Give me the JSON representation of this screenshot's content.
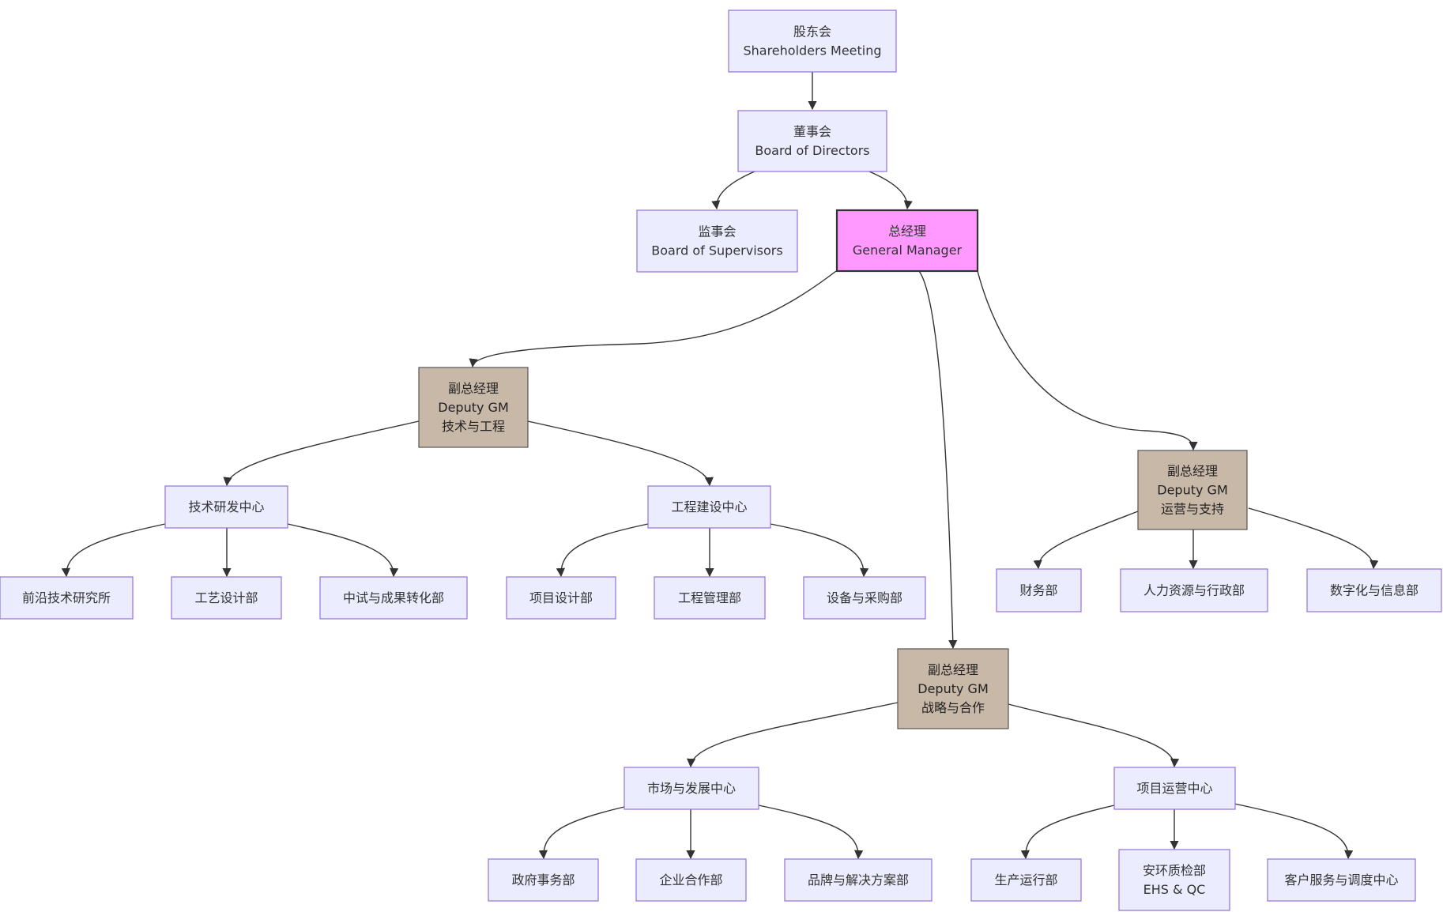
{
  "nodes": {
    "shareholders": {
      "lines": [
        "股东会",
        "Shareholders Meeting"
      ]
    },
    "board": {
      "lines": [
        "董事会",
        "Board of Directors"
      ]
    },
    "supervisors": {
      "lines": [
        "监事会",
        "Board of Supervisors"
      ]
    },
    "gm": {
      "lines": [
        "总经理",
        "General Manager"
      ]
    },
    "dgm_tech": {
      "lines": [
        "副总经理",
        "Deputy GM",
        "技术与工程"
      ]
    },
    "dgm_ops": {
      "lines": [
        "副总经理",
        "Deputy GM",
        "运营与支持"
      ]
    },
    "dgm_strategy": {
      "lines": [
        "副总经理",
        "Deputy GM",
        "战略与合作"
      ]
    },
    "rd_center": {
      "lines": [
        "技术研发中心"
      ]
    },
    "eng_center": {
      "lines": [
        "工程建设中心"
      ]
    },
    "frontier": {
      "lines": [
        "前沿技术研究所"
      ]
    },
    "process": {
      "lines": [
        "工艺设计部"
      ]
    },
    "pilot": {
      "lines": [
        "中试与成果转化部"
      ]
    },
    "proj_design": {
      "lines": [
        "项目设计部"
      ]
    },
    "eng_mgmt": {
      "lines": [
        "工程管理部"
      ]
    },
    "equip": {
      "lines": [
        "设备与采购部"
      ]
    },
    "finance": {
      "lines": [
        "财务部"
      ]
    },
    "hr": {
      "lines": [
        "人力资源与行政部"
      ]
    },
    "digital": {
      "lines": [
        "数字化与信息部"
      ]
    },
    "market_center": {
      "lines": [
        "市场与发展中心"
      ]
    },
    "proj_ops_center": {
      "lines": [
        "项目运营中心"
      ]
    },
    "gov": {
      "lines": [
        "政府事务部"
      ]
    },
    "enterprise": {
      "lines": [
        "企业合作部"
      ]
    },
    "brand": {
      "lines": [
        "品牌与解决方案部"
      ]
    },
    "production": {
      "lines": [
        "生产运行部"
      ]
    },
    "ehs": {
      "lines": [
        "安环质检部",
        "EHS & QC"
      ]
    },
    "customer": {
      "lines": [
        "客户服务与调度中心"
      ]
    }
  },
  "colors": {
    "default_fill": "#ECECFF",
    "default_stroke": "#9370DB",
    "gm_fill": "#FF99FF",
    "deputy_fill": "#C8B8A8",
    "edge": "#333333"
  }
}
